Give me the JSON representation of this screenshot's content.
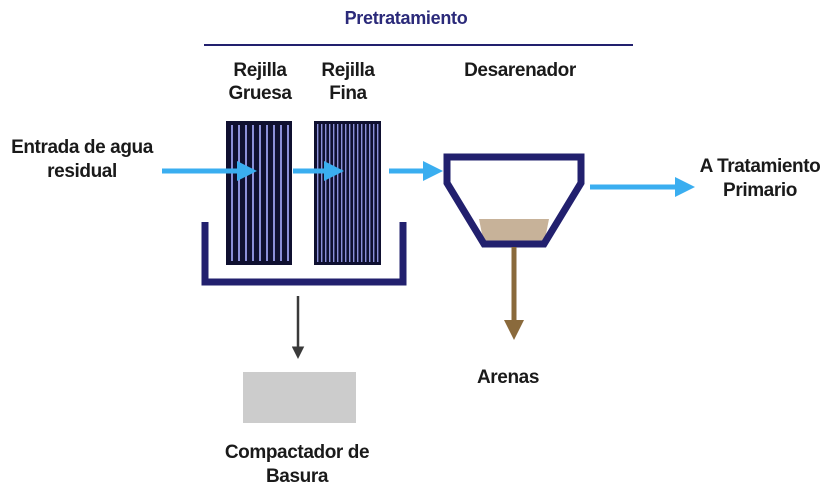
{
  "title": "Pretratamiento",
  "labels": {
    "inlet_line1": "Entrada de agua",
    "inlet_line2": "residual",
    "coarse_screen_line1": "Rejilla",
    "coarse_screen_line2": "Gruesa",
    "fine_screen_line1": "Rejilla",
    "fine_screen_line2": "Fina",
    "grit_chamber": "Desarenador",
    "outlet_line1": "A Tratamiento",
    "outlet_line2": "Primario",
    "sand": "Arenas",
    "compactor_line1": "Compactador de",
    "compactor_line2": "Basura"
  },
  "colors": {
    "title": "#2b2a7a",
    "structure": "#22206e",
    "water_arrow": "#3aaef0",
    "sand_arrow": "#8a6a3c",
    "sand_fill": "#c7b299",
    "trash_arrow": "#3a3a3a",
    "compactor_fill": "#cccccc",
    "screen_bar": "#8b8fd8"
  }
}
